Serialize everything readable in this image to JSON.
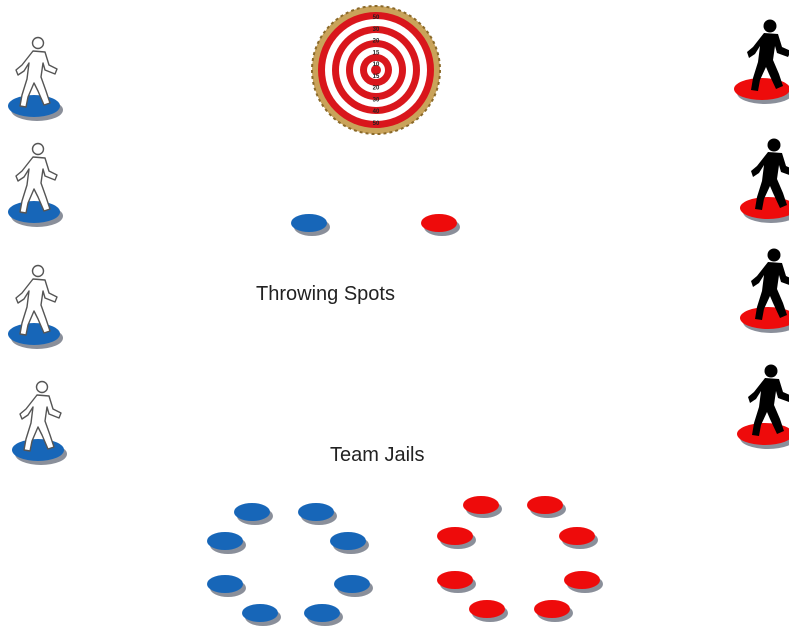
{
  "labels": {
    "throwing_spots": "Throwing Spots",
    "team_jails": "Team Jails"
  },
  "target": {
    "ring_numbers": [
      "50",
      "30",
      "20",
      "15",
      "10",
      "15",
      "20",
      "30",
      "40",
      "50"
    ],
    "colors": {
      "red": "#d9161c",
      "white": "#ffffff",
      "backing": "#c9a35a"
    }
  },
  "teams": {
    "blue": {
      "color": "#1766b8",
      "shadow": "#8a8f9a",
      "figure_style": "outline",
      "players": 4,
      "jail_spots": 8
    },
    "red": {
      "color": "#ee0b0b",
      "shadow": "#8a8f9a",
      "figure_style": "solid",
      "players": 4,
      "jail_spots": 8
    }
  },
  "icons": [
    "walking-person-outline-icon",
    "walking-person-solid-icon",
    "dartboard-target-icon",
    "floor-spot-marker-icon"
  ]
}
